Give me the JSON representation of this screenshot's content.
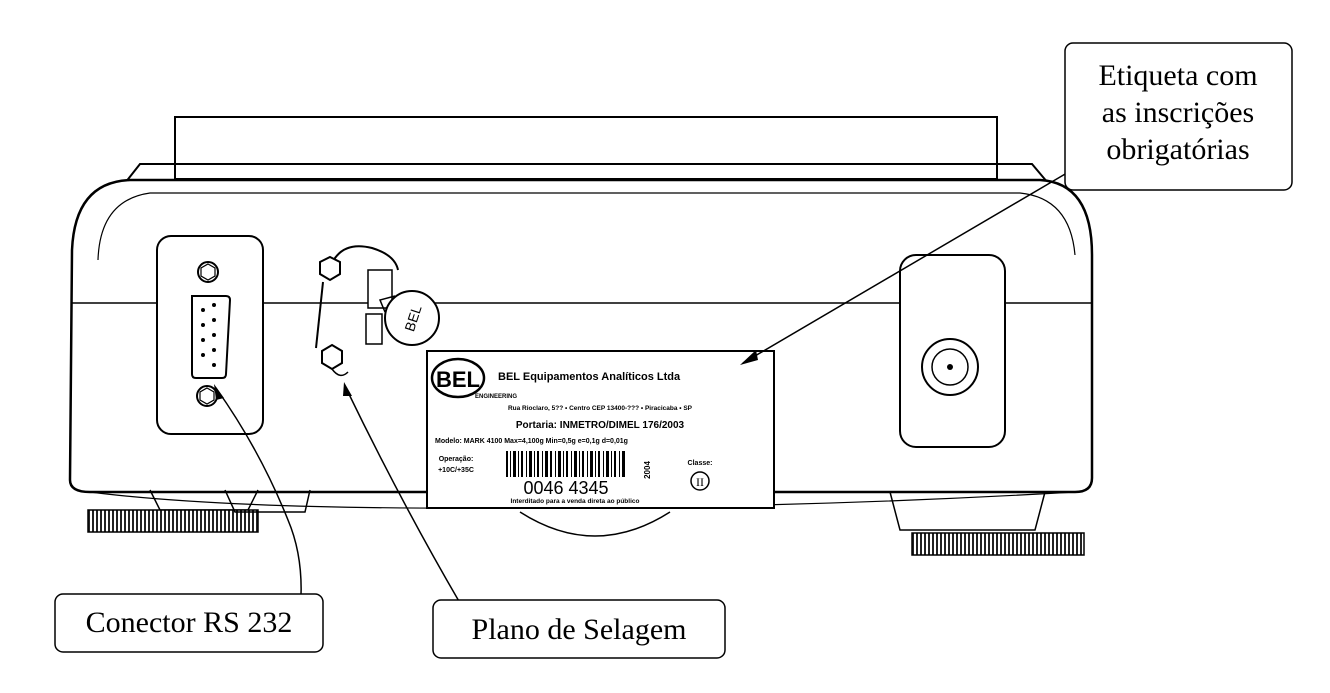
{
  "callouts": {
    "label_tag": [
      "Etiqueta com",
      "as inscrições",
      "obrigatórias"
    ],
    "connector": "Conector RS 232",
    "seal_plane": "Plano de Selagem"
  },
  "seal": {
    "text": "BEL"
  },
  "label_plate": {
    "logo": "BEL",
    "logo_sub": "ENGINEERING",
    "company": "BEL Equipamentos Analíticos Ltda",
    "address": "Rua Rioclaro, 5?? • Centro CEP 13400-??? • Piracicaba • SP",
    "portaria": "Portaria: INMETRO/DIMEL 176/2003",
    "model_line": "Modelo: MARK 4100  Max=4,100g Min=0,5g e=0,1g d=0,01g",
    "operacao_title": "Operação:",
    "operacao_value": "+10C/+35C",
    "serial": "0046 4345",
    "year": "2004",
    "classe_title": "Classe:",
    "classe_value": "II",
    "footer": "Interditado para a venda direta ao público"
  }
}
